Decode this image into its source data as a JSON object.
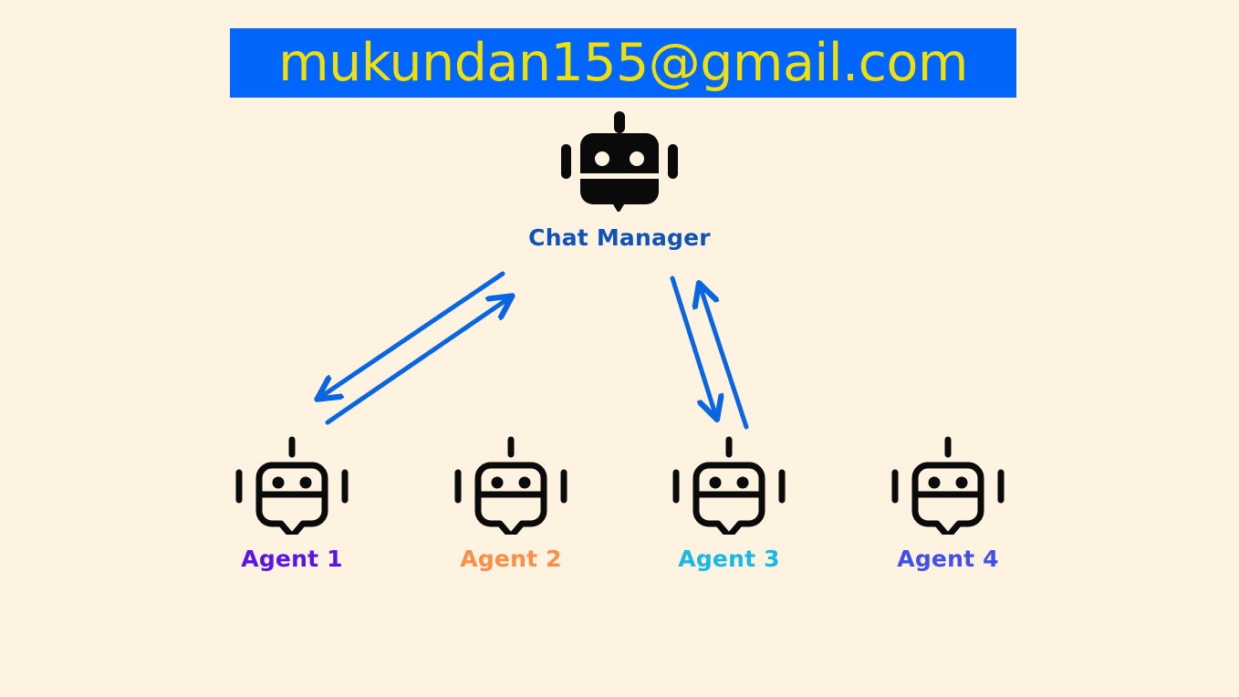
{
  "page": {
    "background_color": "#fdf3e0",
    "type": "agent-architecture-diagram"
  },
  "banner": {
    "email": "mukundan155@gmail.com",
    "background_color": "#0366fc",
    "text_color": "#ede00e"
  },
  "manager": {
    "label": "Chat Manager",
    "label_color": "#1053b8",
    "icon": "robot-filled-icon"
  },
  "agents": [
    {
      "label": "Agent 1",
      "label_color": "#5b13e8",
      "icon": "robot-outline-icon",
      "connected": true
    },
    {
      "label": "Agent 2",
      "label_color": "#fa8f47",
      "icon": "robot-outline-icon",
      "connected": false
    },
    {
      "label": "Agent 3",
      "label_color": "#18b8e8",
      "icon": "robot-outline-icon",
      "connected": true
    },
    {
      "label": "Agent 4",
      "label_color": "#4050e8",
      "icon": "robot-outline-icon",
      "connected": false
    }
  ],
  "connections": {
    "arrow_color": "#0a66e0",
    "links": [
      {
        "from": "Chat Manager",
        "to": "Agent 1",
        "direction": "down-left"
      },
      {
        "from": "Agent 1",
        "to": "Chat Manager",
        "direction": "up-right"
      },
      {
        "from": "Chat Manager",
        "to": "Agent 3",
        "direction": "down"
      },
      {
        "from": "Agent 3",
        "to": "Chat Manager",
        "direction": "up"
      }
    ]
  }
}
